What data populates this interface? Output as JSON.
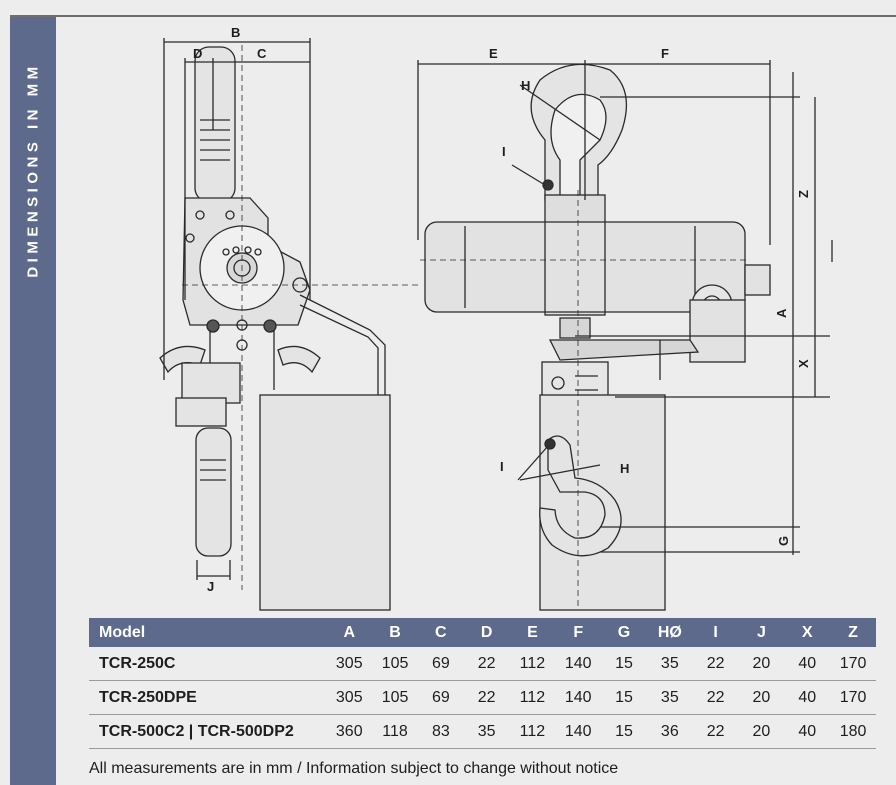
{
  "side_title": "DIMENSIONS IN MM",
  "dimension_labels": {
    "B": "B",
    "D": "D",
    "C": "C",
    "E": "E",
    "F": "F",
    "H_top": "H",
    "I_top": "I",
    "Z": "Z",
    "A": "A",
    "X": "X",
    "I_bottom": "I",
    "H_bottom": "H",
    "G": "G",
    "J": "J"
  },
  "table": {
    "headers": [
      "Model",
      "A",
      "B",
      "C",
      "D",
      "E",
      "F",
      "G",
      "HØ",
      "I",
      "J",
      "X",
      "Z"
    ],
    "rows": [
      [
        "TCR-250C",
        "305",
        "105",
        "69",
        "22",
        "112",
        "140",
        "15",
        "35",
        "22",
        "20",
        "40",
        "170"
      ],
      [
        "TCR-250DPE",
        "305",
        "105",
        "69",
        "22",
        "112",
        "140",
        "15",
        "35",
        "22",
        "20",
        "40",
        "170"
      ],
      [
        "TCR-500C2 | TCR-500DP2",
        "360",
        "118",
        "83",
        "35",
        "112",
        "140",
        "15",
        "36",
        "22",
        "20",
        "40",
        "180"
      ]
    ]
  },
  "note": "All measurements are in mm  /  Information subject to change without notice",
  "colors": {
    "accent": "#5e6a8c",
    "background": "#ededed"
  }
}
